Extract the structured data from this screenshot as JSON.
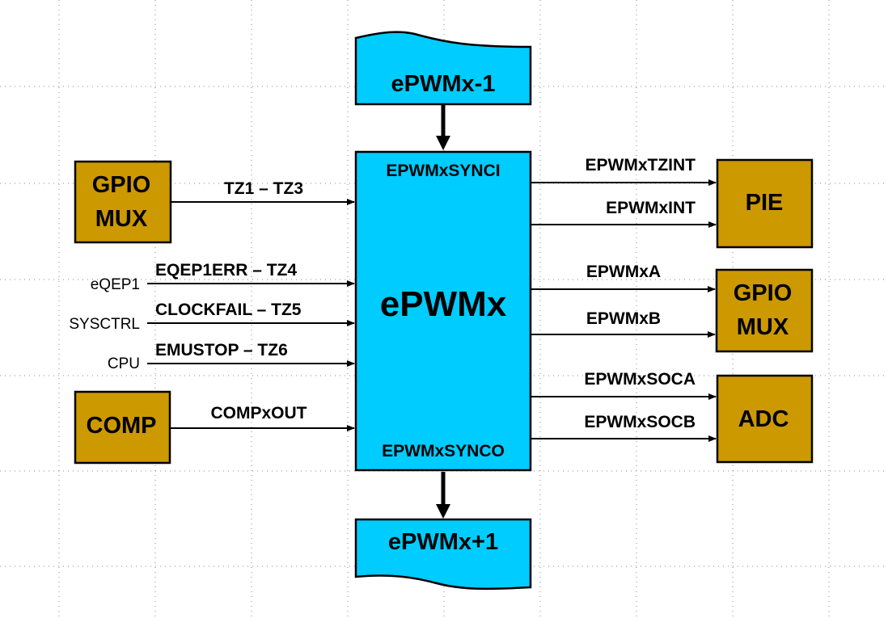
{
  "diagram": {
    "colors": {
      "peripheral_block": "#cc9900",
      "epwm_block": "#00ccff",
      "line": "#000000",
      "background": "#ffffff"
    },
    "blocks": {
      "prev_epwm": "ePWMx-1",
      "next_epwm": "ePWMx+1",
      "main_epwm": "ePWMx",
      "gpio_mux_in_line1": "GPIO",
      "gpio_mux_in_line2": "MUX",
      "comp": "COMP",
      "pie": "PIE",
      "gpio_mux_out_line1": "GPIO",
      "gpio_mux_out_line2": "MUX",
      "adc": "ADC"
    },
    "main_ports": {
      "sync_in": "EPWMxSYNCI",
      "sync_out": "EPWMxSYNCO"
    },
    "inputs": [
      {
        "source": "",
        "signal": "TZ1 – TZ3"
      },
      {
        "source": "eQEP1",
        "signal": "EQEP1ERR – TZ4"
      },
      {
        "source": "SYSCTRL",
        "signal": "CLOCKFAIL – TZ5"
      },
      {
        "source": "CPU",
        "signal": "EMUSTOP – TZ6"
      },
      {
        "source": "",
        "signal": "COMPxOUT"
      }
    ],
    "outputs": [
      {
        "signal": "EPWMxTZINT",
        "target": "PIE"
      },
      {
        "signal": "EPWMxINT",
        "target": "PIE"
      },
      {
        "signal": "EPWMxA",
        "target": "GPIO MUX"
      },
      {
        "signal": "EPWMxB",
        "target": "GPIO MUX"
      },
      {
        "signal": "EPWMxSOCA",
        "target": "ADC"
      },
      {
        "signal": "EPWMxSOCB",
        "target": "ADC"
      }
    ]
  }
}
